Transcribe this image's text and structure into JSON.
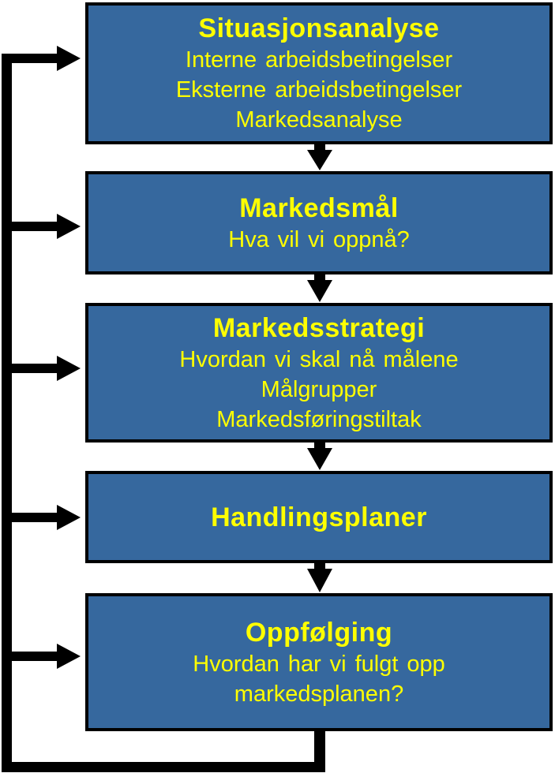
{
  "diagram": {
    "type": "flowchart",
    "language": "Norwegian",
    "colors": {
      "box_fill": "#36689E",
      "box_border": "#000000",
      "text": "#FFFF00",
      "arrow": "#000000",
      "background": "#FFFFFF"
    },
    "boxes": [
      {
        "title": "Situasjonsanalyse",
        "lines": [
          "Interne arbeidsbetingelser",
          "Eksterne arbeidsbetingelser",
          "Markedsanalyse"
        ]
      },
      {
        "title": "Markedsmål",
        "lines": [
          "Hva vil vi oppnå?"
        ]
      },
      {
        "title": "Markedsstrategi",
        "lines": [
          "Hvordan vi skal nå målene",
          "Målgrupper",
          "Markedsføringstiltak"
        ]
      },
      {
        "title": "Handlingsplaner",
        "lines": []
      },
      {
        "title": "Oppfølging",
        "lines": [
          "Hvordan har vi fulgt opp",
          "markedsplanen?"
        ]
      }
    ],
    "connections": {
      "forward_flow": "each box flows down to the next with a black arrow",
      "feedback_loop": "line from bottom of Oppfølging runs left and up, with arrows back into every box"
    }
  }
}
